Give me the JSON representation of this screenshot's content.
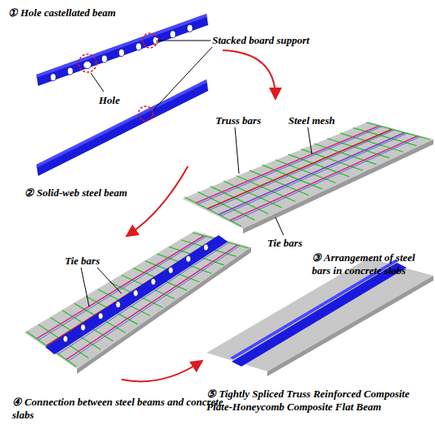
{
  "diagram": {
    "labels": [
      "① Hole castellated beam",
      "Stacked board support",
      "Hole",
      "② Solid-web steel beam",
      "Truss bars",
      "Steel mesh",
      "Tie bars",
      "③ Arrangement of steel bars in concrete slabs",
      "Tie bars",
      "④ Connection between steel beams and concrete slabs",
      "⑤ Tightly Spliced Truss Reinforced Composite Plate-Honeycomb Composite Flat Beam"
    ]
  }
}
